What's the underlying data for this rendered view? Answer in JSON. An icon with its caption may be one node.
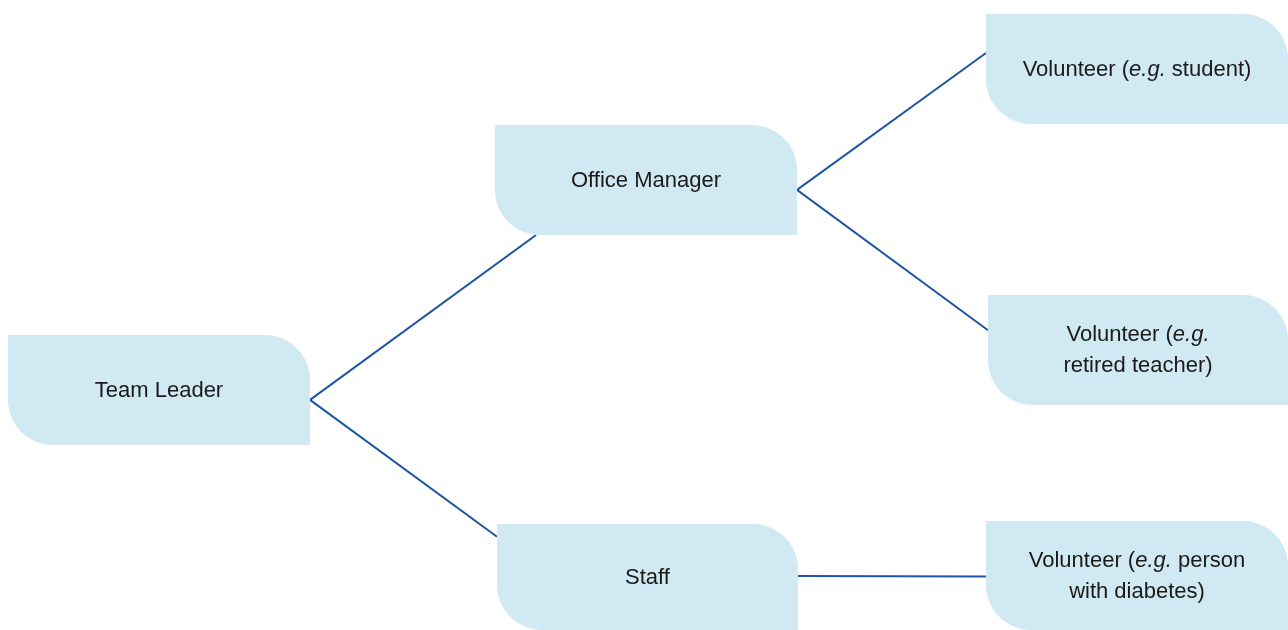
{
  "diagram": {
    "nodes": [
      {
        "text": [
          "Team Leader"
        ]
      },
      {
        "text": [
          "Office Manager"
        ]
      },
      {
        "text": [
          "Staff"
        ]
      },
      {
        "text": [
          "Volunteer (*e.g.* student)"
        ]
      },
      {
        "text": [
          "Volunteer (*e.g.* retired teacher)"
        ]
      },
      {
        "text": [
          "Volunteer (*e.g.* person with diabetes)"
        ]
      }
    ],
    "edges": [
      {
        "from": 0,
        "to": 1,
        "arrow": "none"
      },
      {
        "from": 0,
        "to": 2,
        "arrow": "none"
      },
      {
        "from": 1,
        "to": 3,
        "arrow": "none"
      },
      {
        "from": 1,
        "to": 4,
        "arrow": "none"
      },
      {
        "from": 2,
        "to": 5,
        "arrow": "none"
      }
    ]
  }
}
